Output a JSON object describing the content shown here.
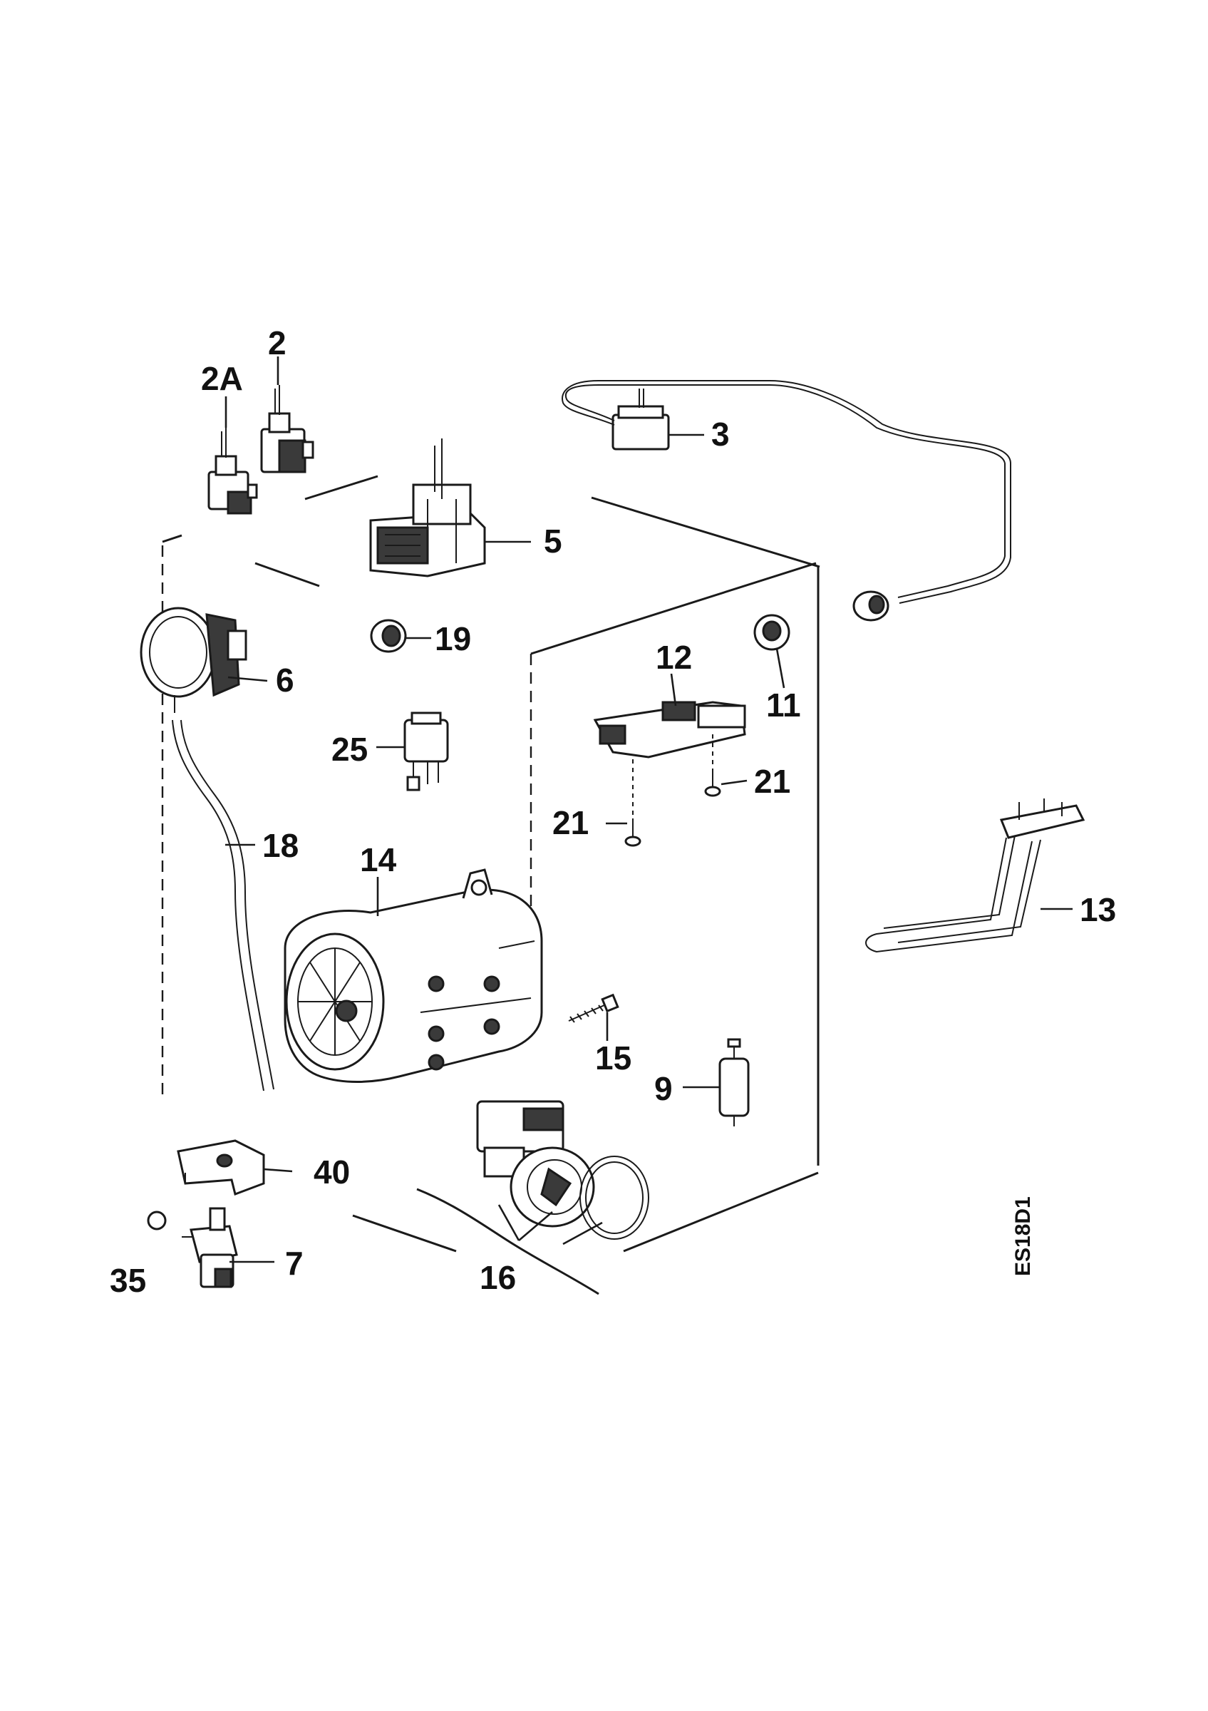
{
  "diagram": {
    "drawing_code": "ES18D1",
    "parts": [
      {
        "id": "p2a",
        "label": "2A"
      },
      {
        "id": "p2",
        "label": "2"
      },
      {
        "id": "p3",
        "label": "3"
      },
      {
        "id": "p5",
        "label": "5"
      },
      {
        "id": "p19",
        "label": "19"
      },
      {
        "id": "p6",
        "label": "6"
      },
      {
        "id": "p11",
        "label": "11"
      },
      {
        "id": "p12",
        "label": "12"
      },
      {
        "id": "p25",
        "label": "25"
      },
      {
        "id": "p21a",
        "label": "21"
      },
      {
        "id": "p21b",
        "label": "21"
      },
      {
        "id": "p18",
        "label": "18"
      },
      {
        "id": "p14",
        "label": "14"
      },
      {
        "id": "p13",
        "label": "13"
      },
      {
        "id": "p15",
        "label": "15"
      },
      {
        "id": "p9",
        "label": "9"
      },
      {
        "id": "p40",
        "label": "40"
      },
      {
        "id": "p35",
        "label": "35"
      },
      {
        "id": "p7",
        "label": "7"
      },
      {
        "id": "p16",
        "label": "16"
      }
    ]
  }
}
